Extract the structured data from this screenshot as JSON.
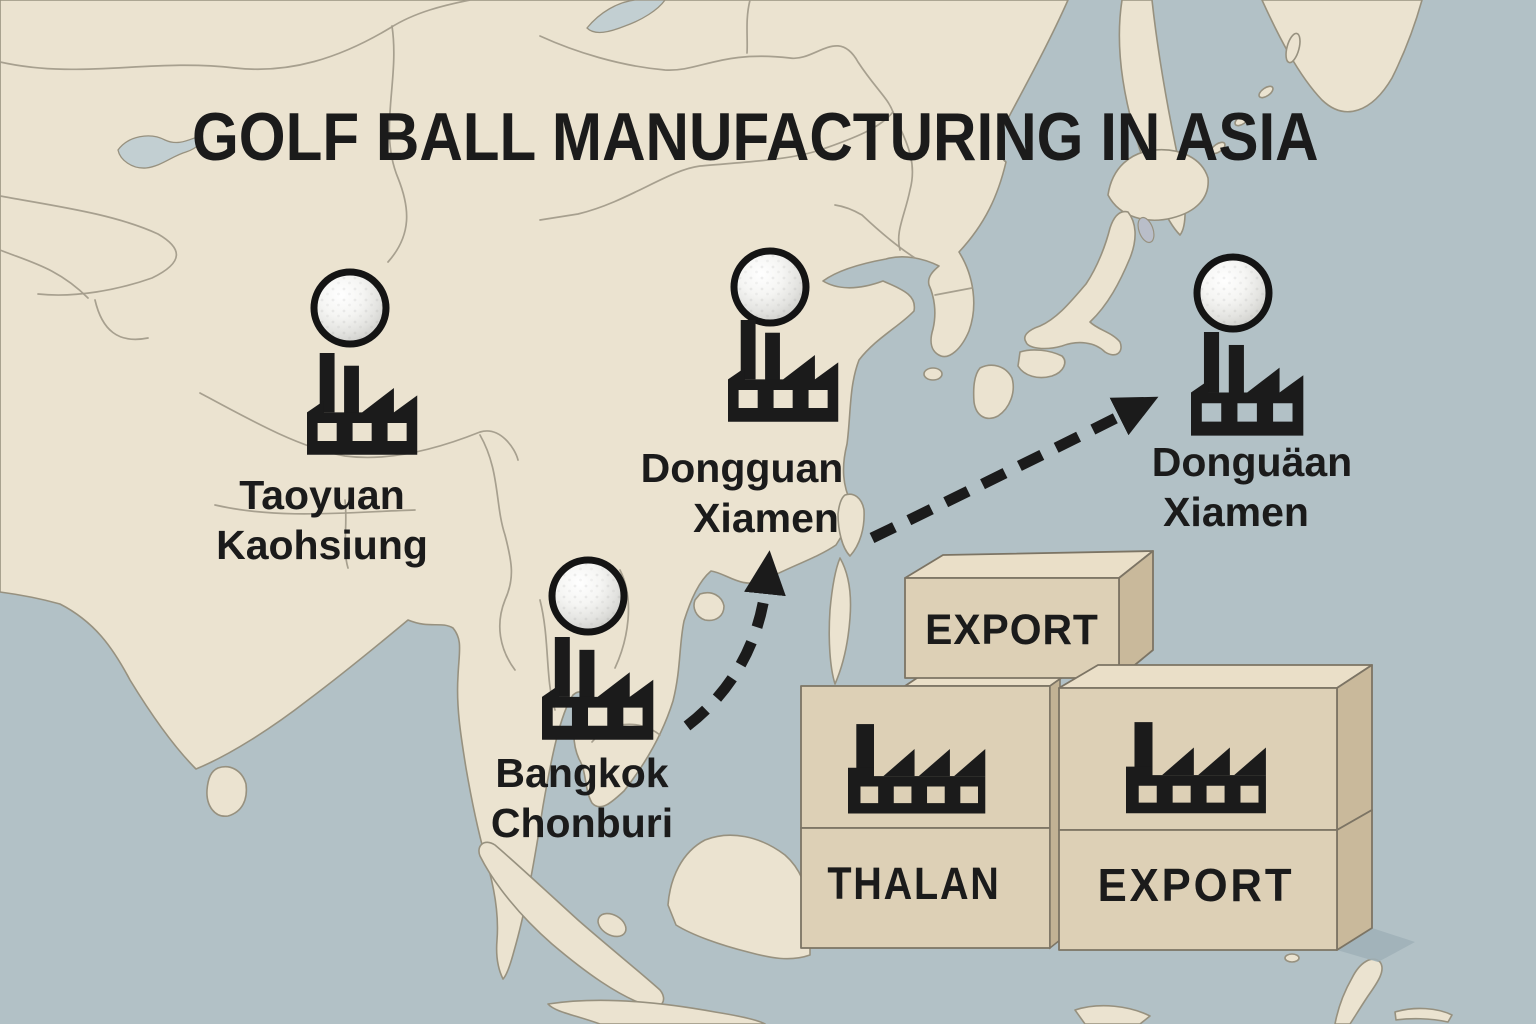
{
  "title": "GOLF BALL MANUFACTURING IN ASIA",
  "sites": [
    {
      "lines": [
        "Taoyuan",
        "Kaohsiung"
      ]
    },
    {
      "lines": [
        "Dongguan",
        "Xiamen"
      ]
    },
    {
      "lines": [
        "Bangkok",
        "Chonburi"
      ]
    },
    {
      "lines": [
        "Donguäan",
        "Xiamen"
      ]
    }
  ],
  "export_boxes": {
    "top_label": "EXPORT",
    "left_label": "THALAN",
    "right_label": "EXPORT"
  },
  "colors": {
    "sea": "#b2c1c6",
    "land": "#ebe3d0",
    "land_stroke": "#97917f",
    "border": "#a39c8b",
    "ink": "#1b1b1b",
    "ball_ring": "#141414",
    "box_front": "#ddd0b6",
    "box_top": "#eadfc8",
    "box_side": "#c9b99b",
    "box_line": "#7c7464",
    "lake": "#c2cfd2",
    "shadow": "#9fb0b7"
  }
}
